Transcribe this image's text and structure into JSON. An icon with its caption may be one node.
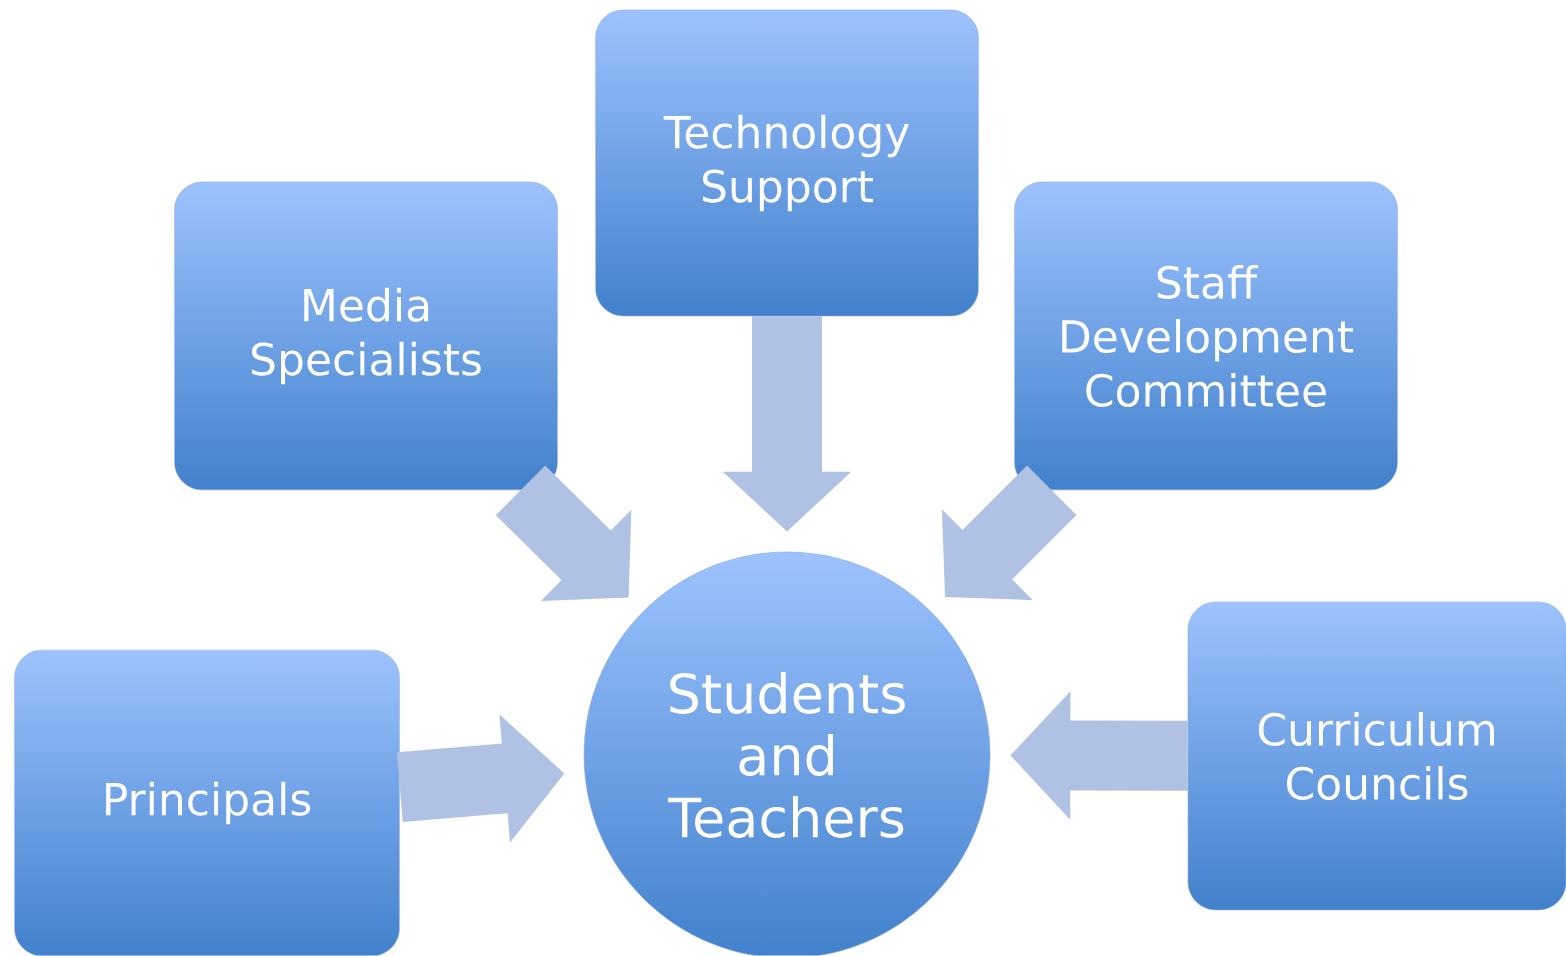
{
  "diagram": {
    "nodes": [
      {
        "text": [
          "Technology Support"
        ]
      },
      {
        "text": [
          "Media Specialists"
        ]
      },
      {
        "text": [
          "Staff Development Committee"
        ]
      },
      {
        "text": [
          "Principals"
        ]
      },
      {
        "text": [
          "Students and Teachers"
        ]
      },
      {
        "text": [
          "Curriculum Councils"
        ]
      }
    ],
    "edges": [
      {
        "from": 0,
        "to": 4,
        "arrow": "to"
      },
      {
        "from": 1,
        "to": 4,
        "arrow": "to"
      },
      {
        "from": 2,
        "to": 4,
        "arrow": "to"
      },
      {
        "from": 3,
        "to": 4,
        "arrow": "to"
      },
      {
        "from": 5,
        "to": 4,
        "arrow": "to"
      }
    ]
  }
}
